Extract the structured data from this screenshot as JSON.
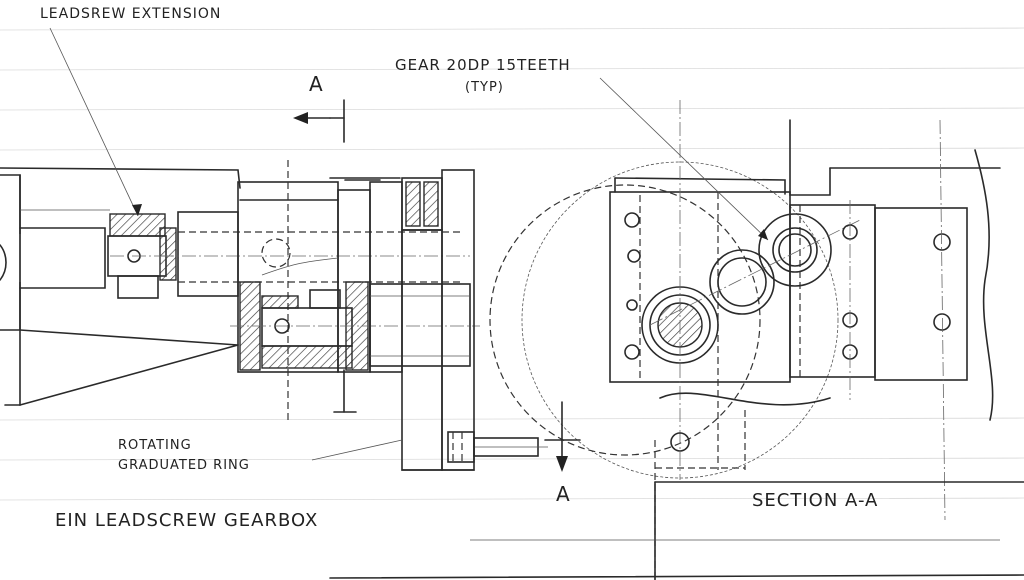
{
  "labels": {
    "leadscrew_extension": "LEADSREW EXTENSION",
    "section_marker_top": "A",
    "gear_spec": "GEAR 20DP 15TEETH",
    "gear_spec_note": "(TYP)",
    "rotating_ring_line1": "ROTATING",
    "rotating_ring_line2": "GRADUATED RING",
    "section_marker_bottom": "A",
    "drawing_title": "EIN LEADSCREW GEARBOX",
    "section_title": "SECTION A-A"
  }
}
